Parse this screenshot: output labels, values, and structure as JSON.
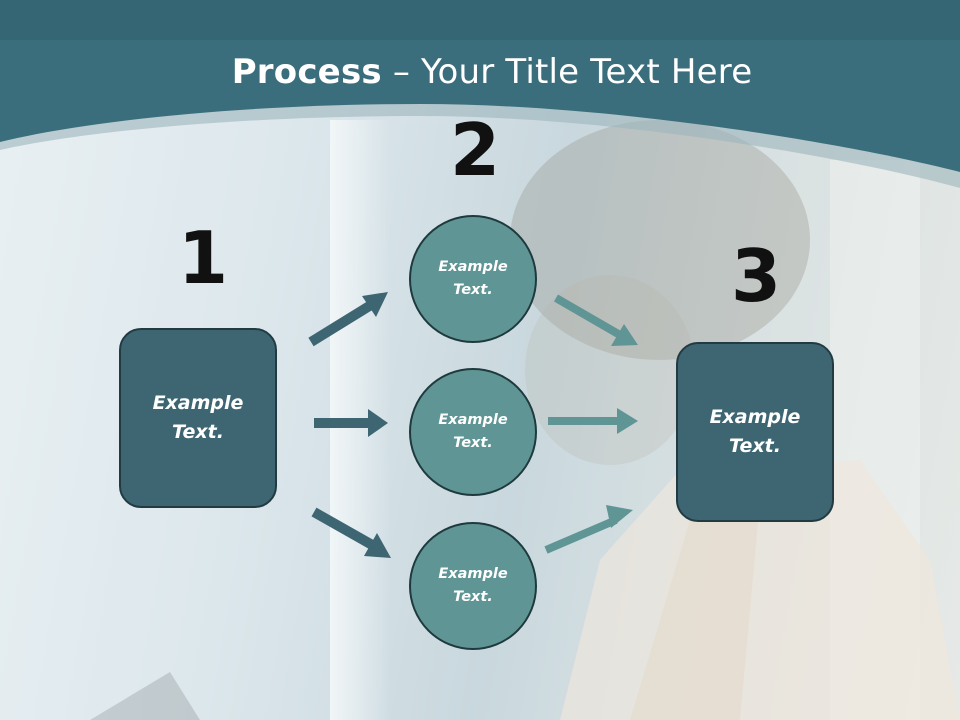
{
  "slide": {
    "title_bold": "Process",
    "title_rest": " – Your Title Text Here"
  },
  "steps": [
    {
      "number": "1"
    },
    {
      "number": "2"
    },
    {
      "number": "3"
    }
  ],
  "nodes": {
    "box_left": {
      "line1": "Example",
      "line2": "Text."
    },
    "circle_top": {
      "line1": "Example",
      "line2": "Text."
    },
    "circle_middle": {
      "line1": "Example",
      "line2": "Text."
    },
    "circle_bottom": {
      "line1": "Example",
      "line2": "Text."
    },
    "box_right": {
      "line1": "Example",
      "line2": "Text."
    }
  },
  "colors": {
    "header": "#3b6e7c",
    "box_fill": "#3d6672",
    "circle_fill": "#5f9594",
    "arrow_left": "#3d6672",
    "arrow_right": "#5f9594"
  }
}
